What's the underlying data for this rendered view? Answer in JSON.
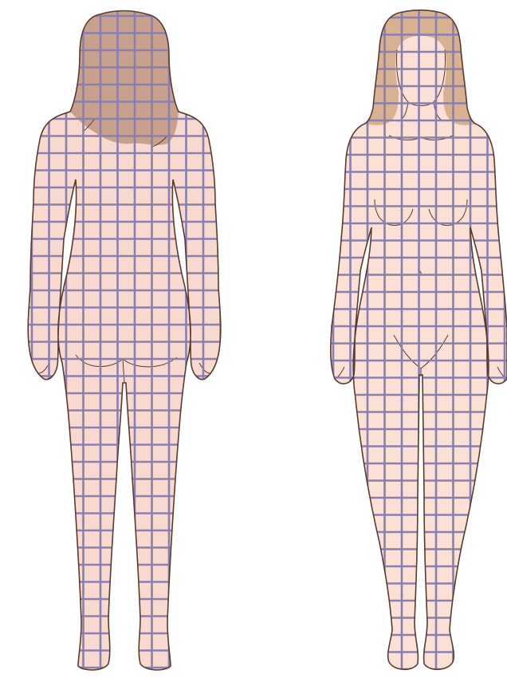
{
  "figures": [
    {
      "name": "back-view-figure",
      "view": "back"
    },
    {
      "name": "front-view-figure",
      "view": "front"
    }
  ],
  "colors": {
    "background": "#ffffff",
    "skin": "#f8d9cf",
    "skin_front": "#fbe0d6",
    "hair_back": "#c8a08e",
    "hair_front": "#d7b192",
    "outline": "#5a3b30",
    "grid": "#8b7fae"
  },
  "grid": {
    "visible": true
  }
}
